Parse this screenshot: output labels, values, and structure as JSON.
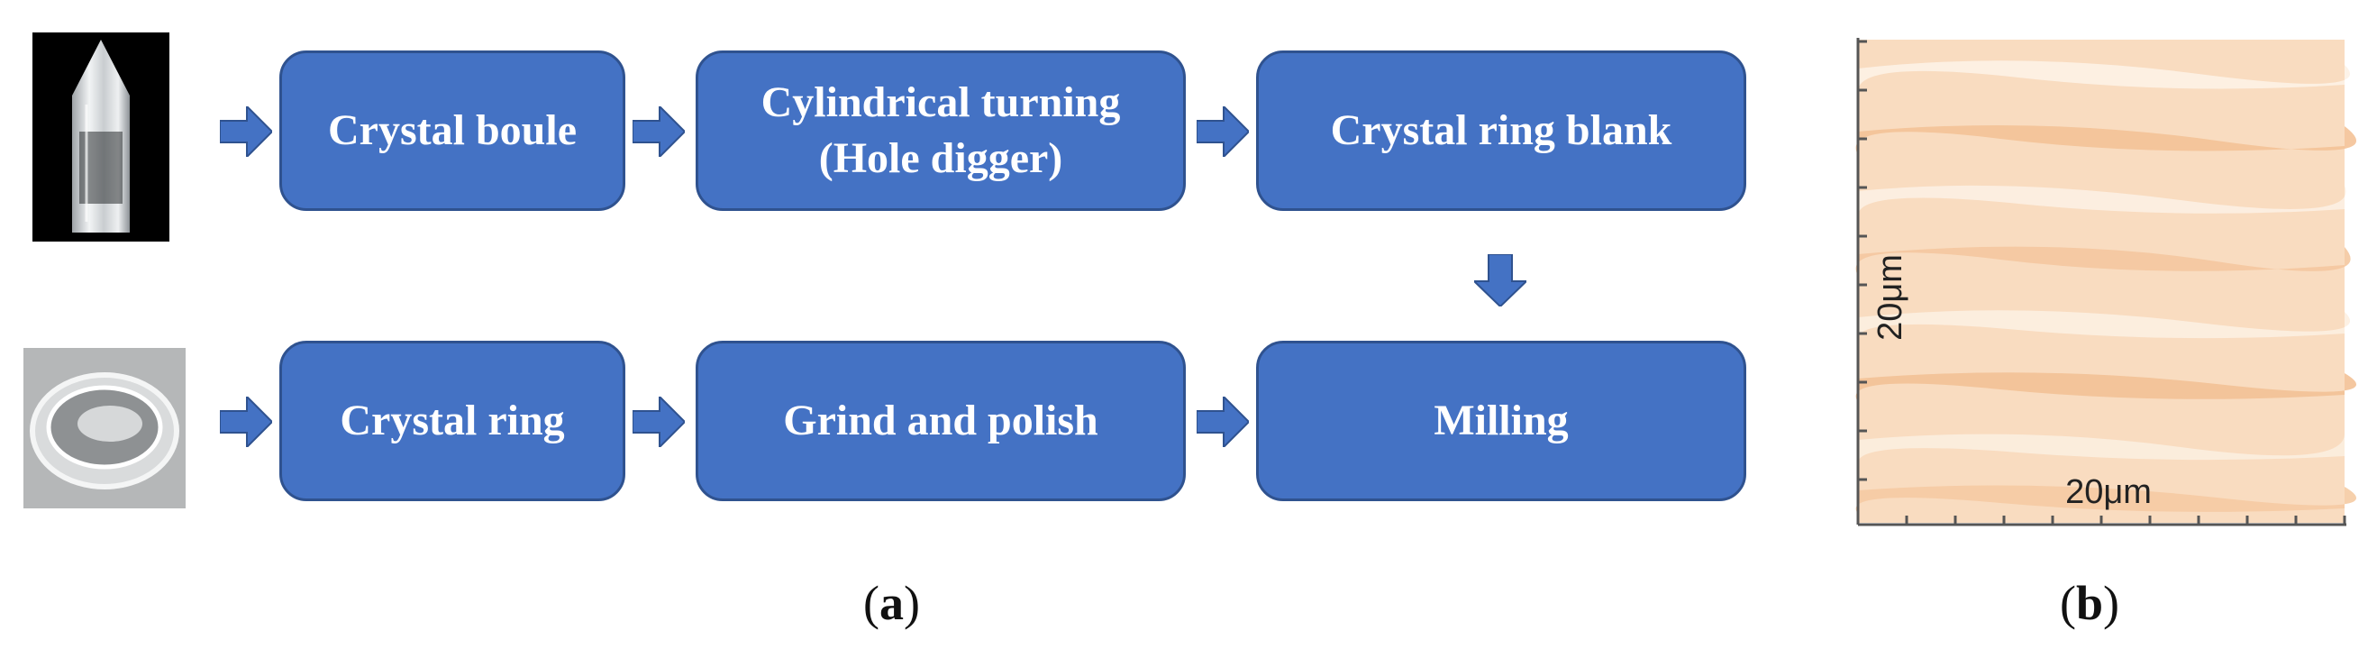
{
  "panel_a": {
    "top_row": [
      "Crystal boule",
      "Cylindrical turning\n(Hole digger)",
      "Crystal ring blank"
    ],
    "bottom_row": [
      "Crystal ring",
      "Grind and polish",
      "Milling"
    ],
    "photos": [
      "crystal-boule-photo",
      "crystal-ring-photo"
    ],
    "box_color": "#4472c4",
    "caption_open": "(",
    "caption_letter": "a",
    "caption_close": ")"
  },
  "panel_b": {
    "y_label": "20μm",
    "x_label": "20μm",
    "surface_color": "#f6c9a0",
    "caption_open": "(",
    "caption_letter": "b",
    "caption_close": ")"
  }
}
